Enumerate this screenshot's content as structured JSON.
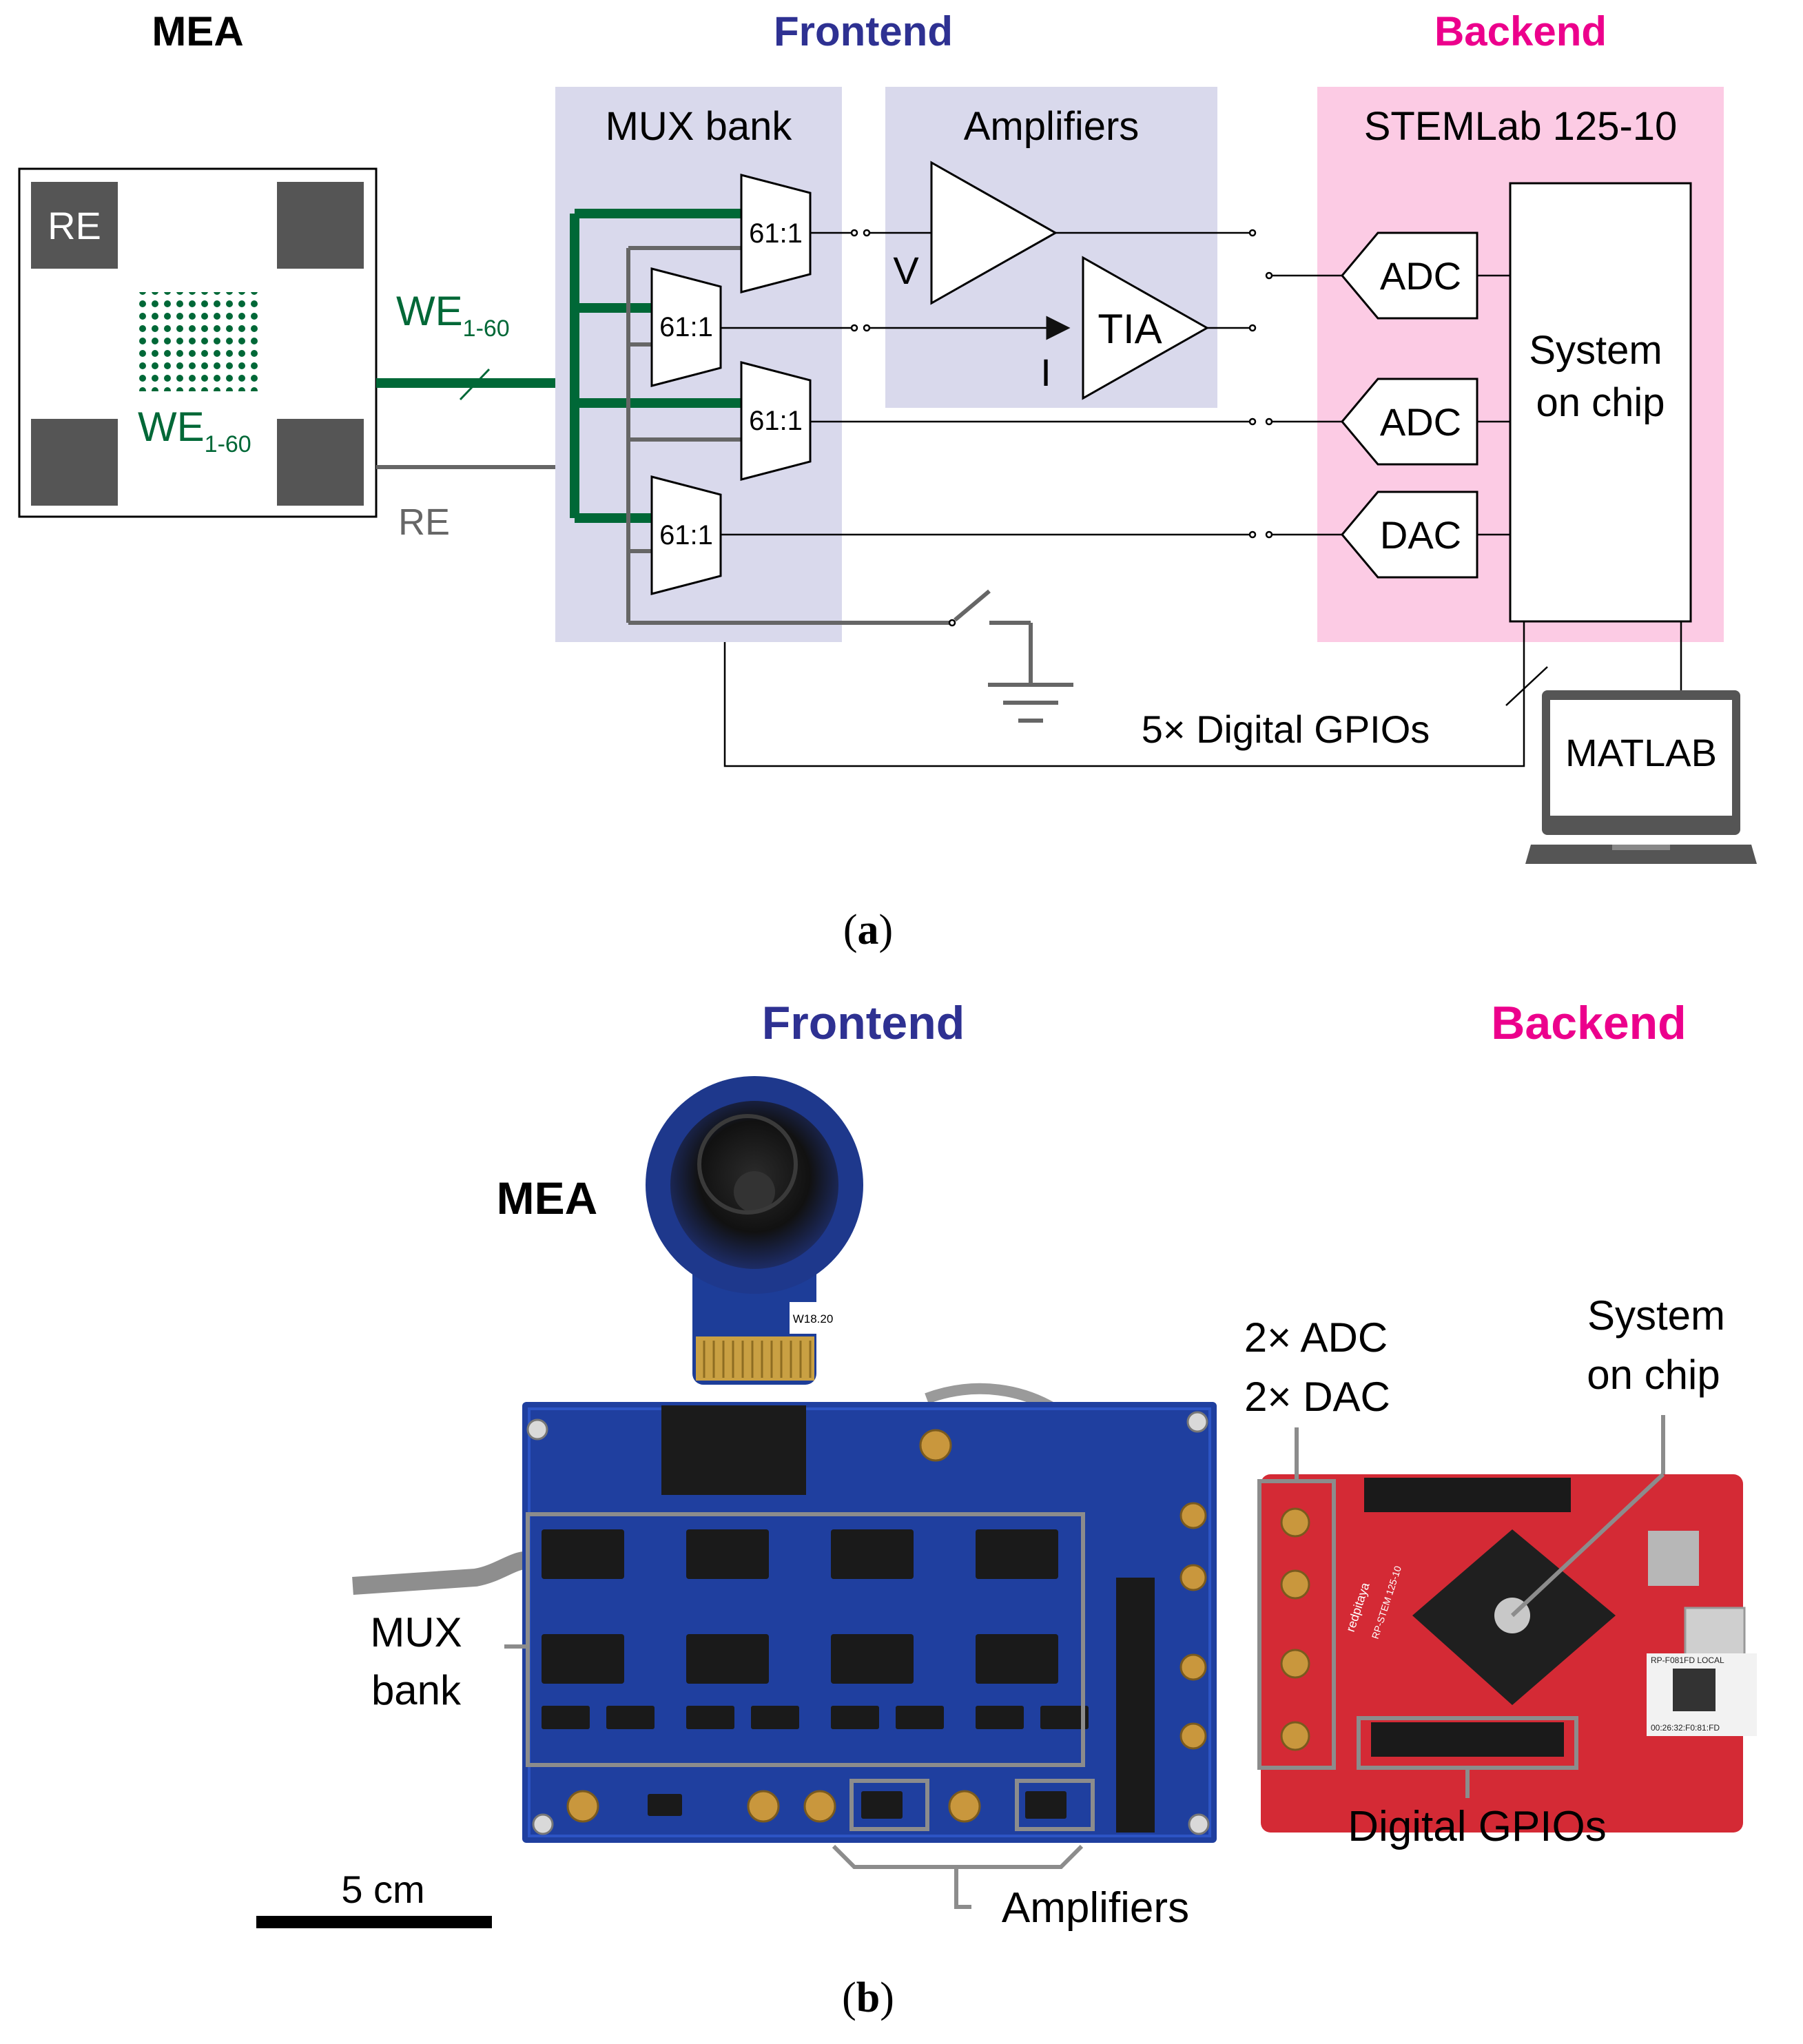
{
  "colors": {
    "frontend": "#2e3192",
    "backend": "#ec008c",
    "we_green": "#006837",
    "re_grey": "#666666",
    "panel_purple": "#d9d9ec",
    "panel_pink": "#fccbe4",
    "pad_grey": "#555555",
    "pcb_blue": "#1f3f9f",
    "pcb_red": "#d42a35",
    "box_grey": "#8c8c8c"
  },
  "diagram": {
    "section_mea": "MEA",
    "section_frontend": "Frontend",
    "section_backend": "Backend",
    "pad_re": "RE",
    "we_label_top_main": "WE",
    "we_label_top_sub": "1-60",
    "we_label_chip_main": "WE",
    "we_label_chip_sub": "1-60",
    "re_label": "RE",
    "panel_mux": "MUX bank",
    "panel_amplifiers": "Amplifiers",
    "panel_stemlab": "STEMLab 125-10",
    "mux_ratio": [
      "61:1",
      "61:1",
      "61:1",
      "61:1"
    ],
    "amp_v": "V",
    "amp_i": "I",
    "tia": "TIA",
    "adc_1": "ADC",
    "adc_2": "ADC",
    "dac": "DAC",
    "soc_line1": "System",
    "soc_line2": "on chip",
    "gpio_label": "5× Digital GPIOs",
    "matlab": "MATLAB",
    "caption": "(a)",
    "caption_letter": "a"
  },
  "photo": {
    "section_frontend": "Frontend",
    "section_backend": "Backend",
    "mea": "MEA",
    "mea_card_label": "W18.20",
    "adc_dac_line1": "2× ADC",
    "adc_dac_line2": "2× DAC",
    "soc_line1": "System",
    "soc_line2": "on chip",
    "mux_line1": "MUX",
    "mux_line2": "bank",
    "gpio": "Digital GPIOs",
    "amplifiers": "Amplifiers",
    "scale": "5 cm",
    "caption_letter": "b",
    "board_brand": "redpitaya",
    "board_model": "RP-STEM 125-10",
    "board_id": "RP-F081FD LOCAL",
    "board_mac": "00:26:32:F0:81:FD"
  }
}
